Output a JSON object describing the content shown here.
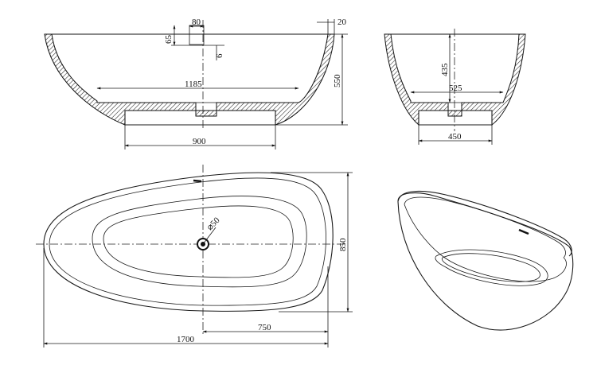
{
  "drawing": {
    "front_view": {
      "dim_top_w": "80",
      "dim_top_h": "65",
      "dim_pipe": "6",
      "dim_rim": "20",
      "dim_inner_len": "1185",
      "dim_height": "550",
      "dim_base": "900"
    },
    "side_view": {
      "dim_inner_depth": "435",
      "dim_inner_w": "525",
      "dim_base": "450"
    },
    "top_view": {
      "dim_drain": "⌀50",
      "dim_width": "850",
      "dim_half_len": "750",
      "dim_len": "1700"
    }
  }
}
